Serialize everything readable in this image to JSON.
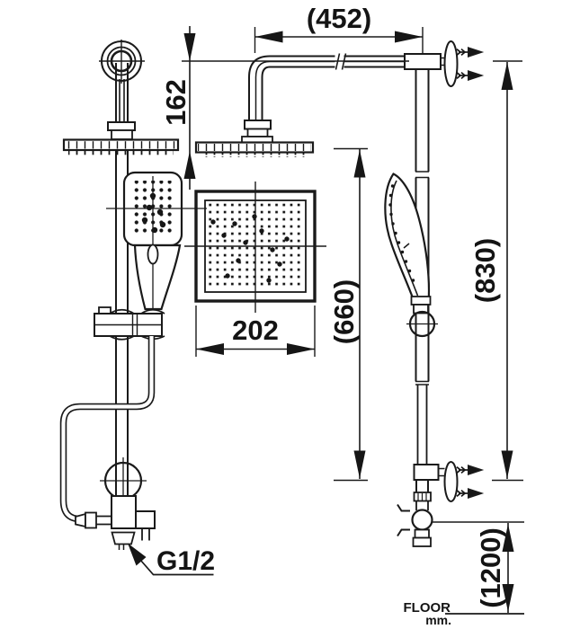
{
  "drawing": {
    "type": "shower-set installation diagram",
    "labels": {
      "dim_arm_reach": "(452)",
      "dim_head_drop": "162",
      "dim_head_size": "202",
      "dim_rail_span": "(660)",
      "dim_bracket_span": "(830)",
      "dim_valve_height": "(1200)",
      "thread": "G1/2",
      "floor": "FLOOR",
      "unit": "mm."
    },
    "colors": {
      "line": "#1a1a1a",
      "background": "#ffffff",
      "text": "#141414"
    }
  }
}
